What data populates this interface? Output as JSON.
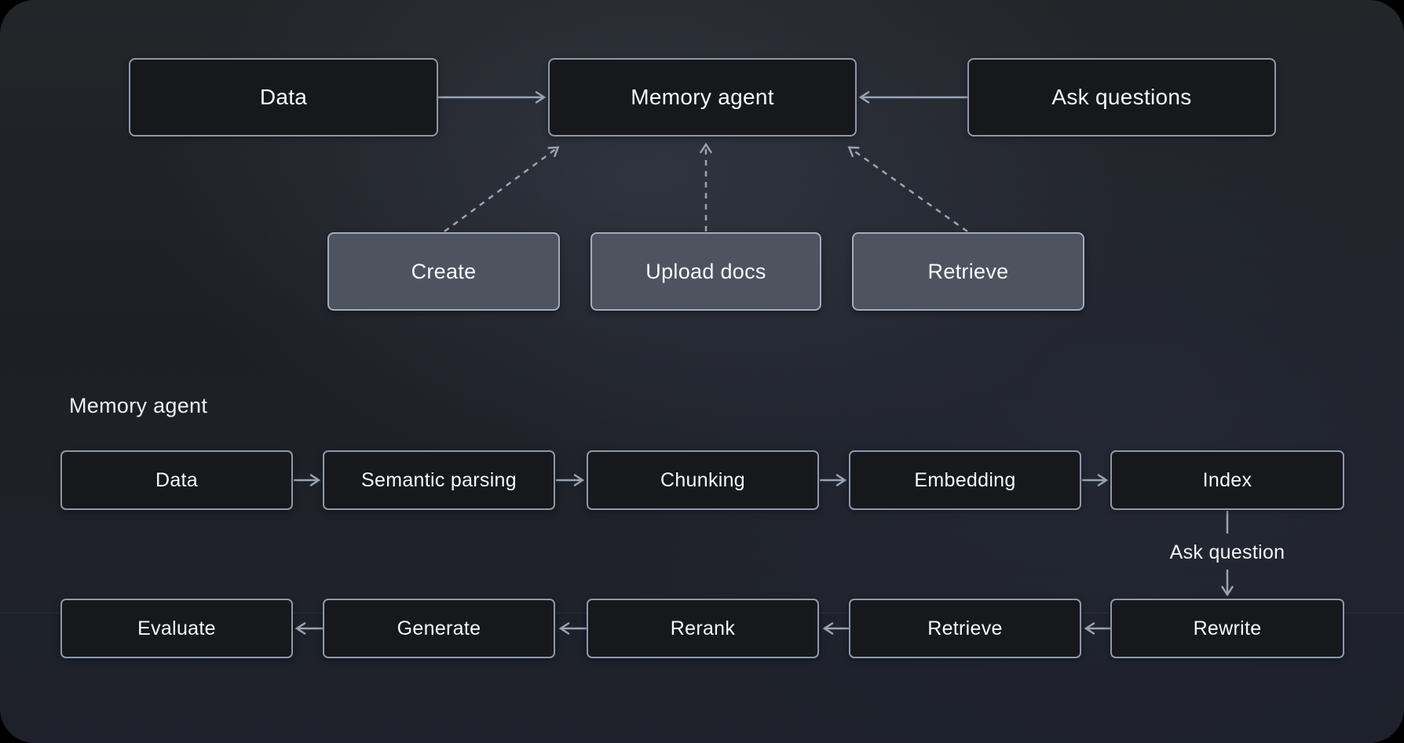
{
  "overview": {
    "nodes": [
      {
        "id": "data",
        "label": "Data",
        "variant": "dark"
      },
      {
        "id": "memory-agent",
        "label": "Memory agent",
        "variant": "dark"
      },
      {
        "id": "ask-questions",
        "label": "Ask questions",
        "variant": "dark"
      }
    ],
    "action_nodes": [
      {
        "id": "create",
        "label": "Create",
        "variant": "gray"
      },
      {
        "id": "upload-docs",
        "label": "Upload docs",
        "variant": "gray"
      },
      {
        "id": "retrieve",
        "label": "Retrieve",
        "variant": "gray"
      }
    ]
  },
  "pipeline": {
    "section_label": "Memory agent",
    "ingest_row": [
      {
        "id": "pipeline-data",
        "label": "Data"
      },
      {
        "id": "semantic-parsing",
        "label": "Semantic parsing"
      },
      {
        "id": "chunking",
        "label": "Chunking"
      },
      {
        "id": "embedding",
        "label": "Embedding"
      },
      {
        "id": "index",
        "label": "Index"
      }
    ],
    "query_row": [
      {
        "id": "evaluate",
        "label": "Evaluate"
      },
      {
        "id": "generate",
        "label": "Generate"
      },
      {
        "id": "rerank",
        "label": "Rerank"
      },
      {
        "id": "pipeline-retrieve",
        "label": "Retrieve"
      },
      {
        "id": "rewrite",
        "label": "Rewrite"
      }
    ],
    "ask_label": "Ask question"
  },
  "edges": [
    {
      "from": "Data",
      "to": "Memory agent",
      "style": "solid"
    },
    {
      "from": "Ask questions",
      "to": "Memory agent",
      "style": "solid"
    },
    {
      "from": "Create",
      "to": "Memory agent",
      "style": "dashed"
    },
    {
      "from": "Upload docs",
      "to": "Memory agent",
      "style": "dashed"
    },
    {
      "from": "Retrieve",
      "to": "Memory agent",
      "style": "dashed"
    },
    {
      "from": "Data",
      "to": "Semantic parsing",
      "style": "solid"
    },
    {
      "from": "Semantic parsing",
      "to": "Chunking",
      "style": "solid"
    },
    {
      "from": "Chunking",
      "to": "Embedding",
      "style": "solid"
    },
    {
      "from": "Embedding",
      "to": "Index",
      "style": "solid"
    },
    {
      "from": "Index",
      "to": "Rewrite",
      "style": "solid",
      "label": "Ask question"
    },
    {
      "from": "Rewrite",
      "to": "Retrieve",
      "style": "solid"
    },
    {
      "from": "Retrieve",
      "to": "Rerank",
      "style": "solid"
    },
    {
      "from": "Rerank",
      "to": "Generate",
      "style": "solid"
    },
    {
      "from": "Generate",
      "to": "Evaluate",
      "style": "solid"
    }
  ],
  "colors": {
    "background": "#1e2026",
    "node_dark_fill": "#17181c",
    "node_gray_fill": "#4d5460",
    "node_border": "#98a1b3",
    "arrow": "#9aa2b4",
    "text": "#f7f8fa"
  }
}
